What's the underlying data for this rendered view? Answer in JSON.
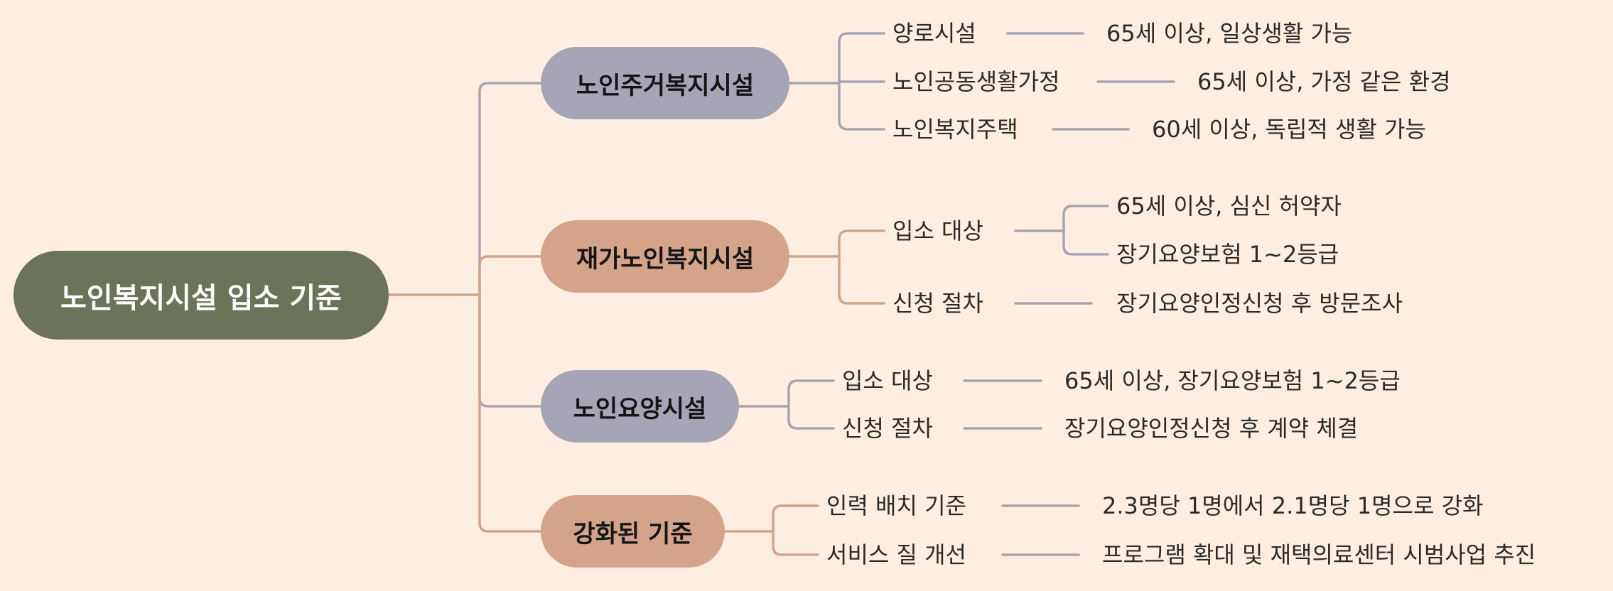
{
  "root": {
    "label": "노인복지시설 입소 기준"
  },
  "categories": [
    {
      "label": "노인주거복지시설",
      "items": [
        {
          "label": "양로시설",
          "values": [
            "65세 이상, 일상생활 가능"
          ]
        },
        {
          "label": "노인공동생활가정",
          "values": [
            "65세 이상, 가정 같은 환경"
          ]
        },
        {
          "label": "노인복지주택",
          "values": [
            "60세 이상, 독립적 생활 가능"
          ]
        }
      ]
    },
    {
      "label": "재가노인복지시설",
      "items": [
        {
          "label": "입소 대상",
          "values": [
            "65세 이상, 심신 허약자",
            "장기요양보험 1~2등급"
          ]
        },
        {
          "label": "신청 절차",
          "values": [
            "장기요양인정신청 후 방문조사"
          ]
        }
      ]
    },
    {
      "label": "노인요양시설",
      "items": [
        {
          "label": "입소 대상",
          "values": [
            "65세 이상, 장기요양보험 1~2등급"
          ]
        },
        {
          "label": "신청 절차",
          "values": [
            "장기요양인정신청 후 계약 체결"
          ]
        }
      ]
    },
    {
      "label": "강화된 기준",
      "items": [
        {
          "label": "인력 배치 기준",
          "values": [
            "2.3명당 1명에서 2.1명당 1명으로 강화"
          ]
        },
        {
          "label": "서비스 질 개선",
          "values": [
            "프로그램 확대 및 재택의료센터 시범사업 추진"
          ]
        }
      ]
    }
  ],
  "colors": {
    "background": "#feeee1",
    "root": "#6b7359",
    "category_blue": "#a6a5b6",
    "category_tan": "#d4a48a",
    "connector_blue": "#a6a5b6",
    "connector_tan": "#d4a48a"
  }
}
